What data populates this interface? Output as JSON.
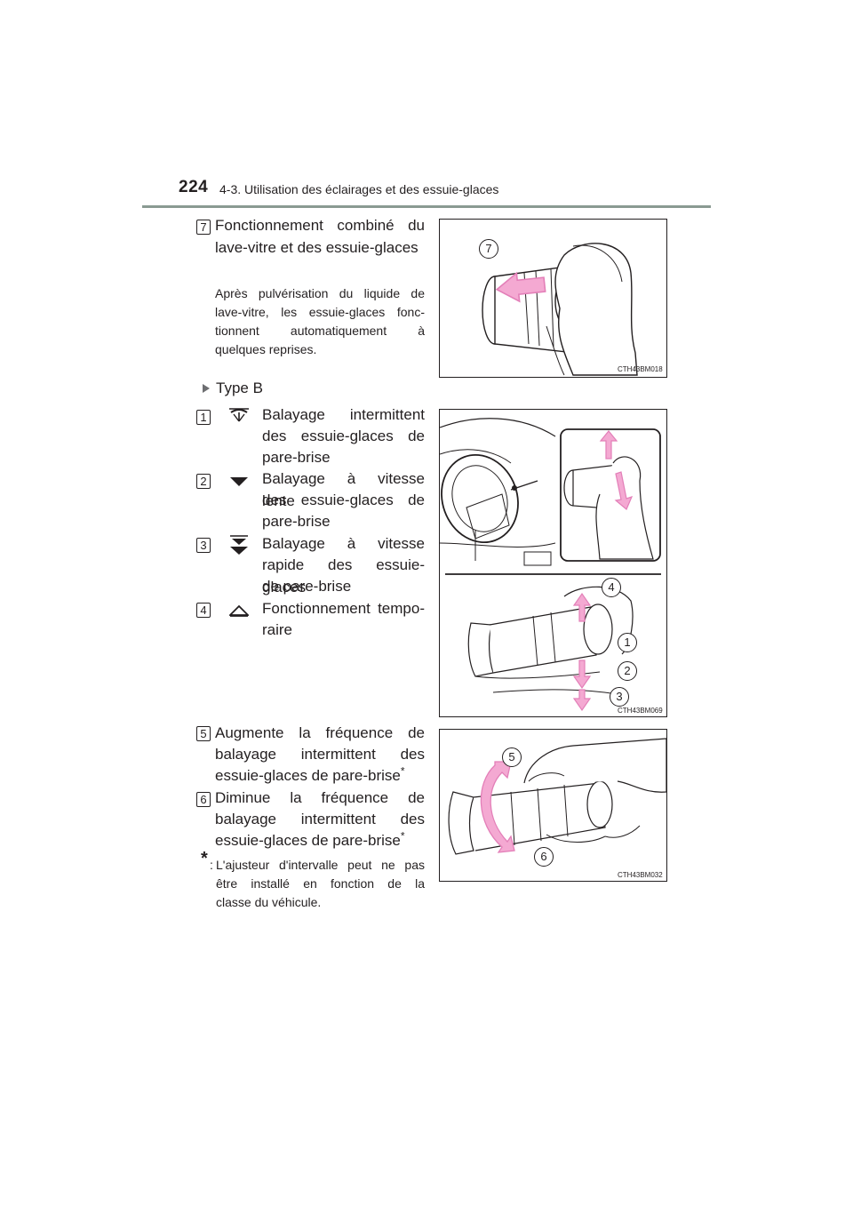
{
  "header": {
    "page_number": "224",
    "section_title": "4-3. Utilisation des éclairages et des essuie-glaces"
  },
  "item7": {
    "callout": "7",
    "title_line1": "Fonctionnement combiné du",
    "title_line2": "lave-vitre et des essuie-glaces",
    "desc_line1": "Après pulvérisation du liquide de",
    "desc_line2": "lave-vitre, les essuie-glaces fonc-",
    "desc_line3": "tionnent automatiquement à",
    "desc_line4": "quelques reprises."
  },
  "figures": {
    "fig1": {
      "code": "CTH43BM018",
      "label7": "7"
    },
    "fig2": {
      "code": "CTH43BM069",
      "label4": "4",
      "label1": "1",
      "label2": "2",
      "label3": "3"
    },
    "fig3": {
      "code": "CTH43BM032",
      "label5": "5",
      "label6": "6"
    }
  },
  "type_b": {
    "label": "Type B"
  },
  "modes": [
    {
      "callout": "1",
      "icon": "intermittent-wipe-icon",
      "lines": [
        "Balayage intermittent",
        "des essuie-glaces de",
        "pare-brise"
      ]
    },
    {
      "callout": "2",
      "icon": "low-speed-icon",
      "lines": [
        "Balayage à vitesse lente",
        "des essuie-glaces de",
        "pare-brise"
      ]
    },
    {
      "callout": "3",
      "icon": "high-speed-icon",
      "lines": [
        "Balayage à vitesse",
        "rapide des essuie-glaces",
        "de pare-brise"
      ]
    },
    {
      "callout": "4",
      "icon": "mist-icon",
      "lines": [
        "Fonctionnement tempo-",
        "raire"
      ]
    }
  ],
  "item5": {
    "callout": "5",
    "line1": "Augmente la fréquence de",
    "line2": "balayage intermittent des",
    "line3": "essuie-glaces de pare-brise",
    "asterisk": "*"
  },
  "item6": {
    "callout": "6",
    "line1": "Diminue la fréquence de",
    "line2": "balayage intermittent des",
    "line3": "essuie-glaces de pare-brise",
    "asterisk": "*"
  },
  "footnote": {
    "marker": "*",
    "colon": ":",
    "line1": "L'ajusteur d'intervalle peut ne pas",
    "line2": "être installé en fonction de la",
    "line3": "classe du véhicule."
  },
  "colors": {
    "arrow_pink": "#e37fb8",
    "arrow_pink_fill": "#f4a9d2",
    "rule": "#8a9a92",
    "ink": "#231f20"
  }
}
